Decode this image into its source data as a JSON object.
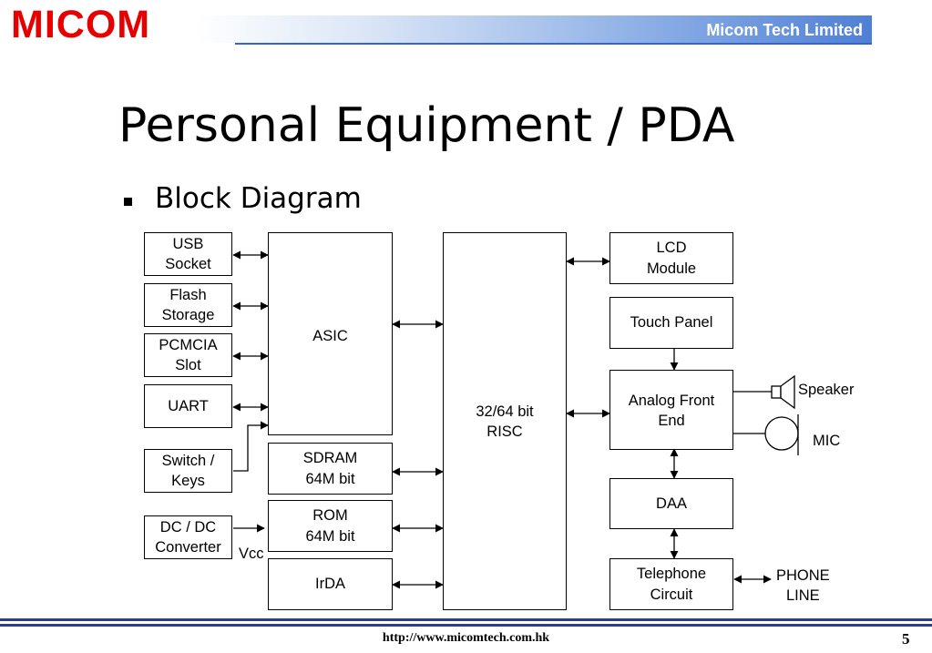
{
  "header": {
    "logo": "MICOM",
    "company": "Micom Tech Limited"
  },
  "title": "Personal Equipment / PDA",
  "bullet": "Block Diagram",
  "diagram": {
    "usb": "USB\nSocket",
    "flash": "Flash\nStorage",
    "pcmcia": "PCMCIA\nSlot",
    "uart": "UART",
    "switch": "Switch /\nKeys",
    "dcdc": "DC / DC\nConverter",
    "vcc": "Vcc",
    "asic": "ASIC",
    "sdram": "SDRAM\n64M bit",
    "rom": "ROM\n64M bit",
    "irda": "IrDA",
    "risc": "32/64 bit\nRISC",
    "lcd": "LCD\nModule",
    "touch": "Touch Panel",
    "afe": "Analog Front\nEnd",
    "speaker": "Speaker",
    "mic": "MIC",
    "daa": "DAA",
    "telephone": "Telephone\nCircuit",
    "phone_line": "PHONE\nLINE"
  },
  "footer": {
    "url": "http://www.micomtech.com.hk",
    "page": "5"
  }
}
